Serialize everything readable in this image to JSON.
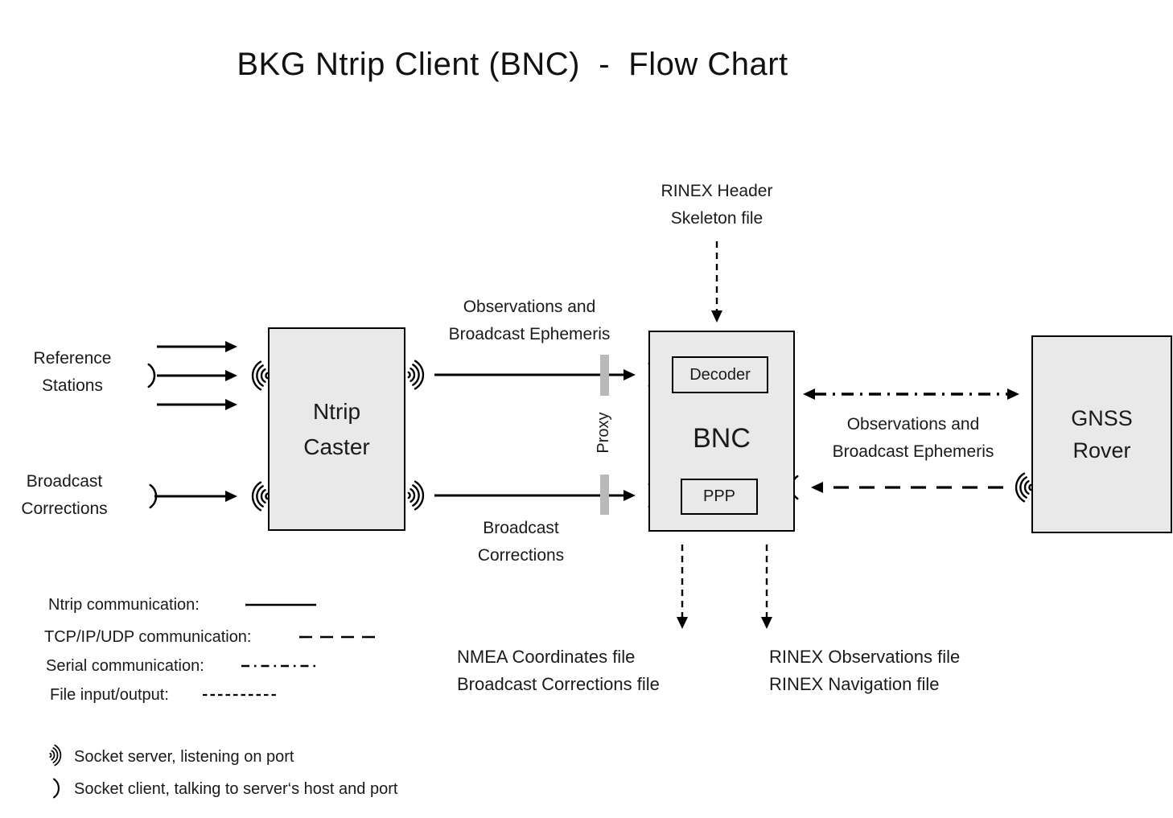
{
  "title": "BKG Ntrip Client (BNC)  -  Flow Chart",
  "boxes": {
    "ntrip_caster": {
      "line1": "Ntrip",
      "line2": "Caster"
    },
    "bnc": {
      "label": "BNC",
      "decoder": "Decoder",
      "ppp": "PPP"
    },
    "gnss_rover": {
      "line1": "GNSS",
      "line2": "Rover"
    }
  },
  "labels": {
    "reference_stations": {
      "line1": "Reference",
      "line2": "Stations"
    },
    "broadcast_corrections_left": {
      "line1": "Broadcast",
      "line2": "Corrections"
    },
    "rinex_header": {
      "line1": "RINEX Header",
      "line2": "Skeleton file"
    },
    "obs_ephemeris_top": {
      "line1": "Observations and",
      "line2": "Broadcast Ephemeris"
    },
    "broadcast_corrections_mid": {
      "line1": "Broadcast",
      "line2": "Corrections"
    },
    "obs_ephemeris_right": {
      "line1": "Observations and",
      "line2": "Broadcast Ephemeris"
    },
    "proxy": "Proxy",
    "nmea_files": {
      "line1": "NMEA Coordinates file",
      "line2": "Broadcast Corrections file"
    },
    "rinex_files": {
      "line1": "RINEX Observations file",
      "line2": "RINEX Navigation file"
    }
  },
  "legend": {
    "ntrip": "Ntrip communication:",
    "tcp": "TCP/IP/UDP communication:",
    "serial": "Serial communication:",
    "file": "File input/output:",
    "socket_server": "Socket server, listening on port",
    "socket_client": "Socket client, talking to server‘s host and port"
  },
  "icons": {
    "socket_server": "nested-arcs-emitting",
    "socket_client": "single-arc-paren"
  },
  "colors": {
    "box_fill": "#e9e9e9",
    "box_border": "#000000",
    "proxy_bar": "#b9b9b9",
    "ink": "#1a1a1a",
    "line": "#000000"
  }
}
